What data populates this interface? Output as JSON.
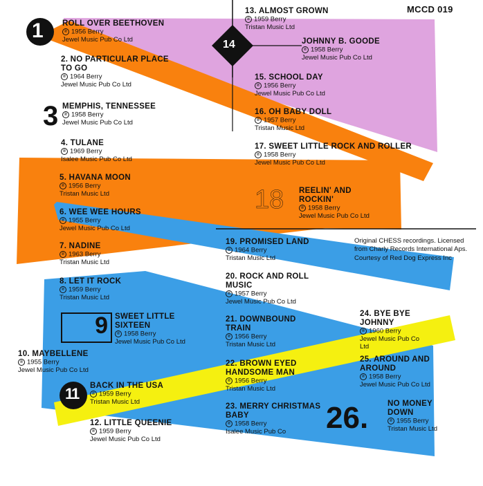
{
  "catalog": "MCCD 019",
  "credits": "Original CHESS recordings. Licensed from Charly Records International Aps. Courtesy of Red Dog Express Inc",
  "phono": "℗",
  "number_markers": {
    "one": "1",
    "three": "3",
    "nine": "9",
    "eleven": "11",
    "fourteen": "14",
    "eighteen": "18",
    "twentysix": "26."
  },
  "colors": {
    "pink": "#dfa4df",
    "orange": "#f9810e",
    "blue": "#3b9ee6",
    "yellow": "#f5f010",
    "ink": "#111111"
  },
  "tracks": [
    {
      "title": "ROLL OVER BEETHOVEN",
      "year": "1956 Berry",
      "publisher": "Jewel Music Pub Co Ltd"
    },
    {
      "title": "2. NO PARTICULAR PLACE TO GO",
      "year": "1964 Berry",
      "publisher": "Jewel Music Pub Co Ltd"
    },
    {
      "title": "MEMPHIS, TENNESSEE",
      "year": "1958 Berry",
      "publisher": "Jewel Music Pub Co Ltd"
    },
    {
      "title": "4. TULANE",
      "year": "1969 Berry",
      "publisher": "Isalee Music Pub Co Ltd"
    },
    {
      "title": "5. HAVANA MOON",
      "year": "1956 Berry",
      "publisher": "Tristan Music Ltd"
    },
    {
      "title": "6. WEE WEE HOURS",
      "year": "1955 Berry",
      "publisher": "Jewel Music Pub Co Ltd"
    },
    {
      "title": "7. NADINE",
      "year": "1963 Berry",
      "publisher": "Tristan Music Ltd"
    },
    {
      "title": "8. LET IT ROCK",
      "year": "1959 Berry",
      "publisher": "Tristan Music Ltd"
    },
    {
      "title": "SWEET LITTLE SIXTEEN",
      "year": "1958 Berry",
      "publisher": "Jewel Music Pub Co Ltd"
    },
    {
      "title": "10. MAYBELLENE",
      "year": "1955 Berry",
      "publisher": "Jewel Music Pub Co Ltd"
    },
    {
      "title": "BACK IN THE USA",
      "year": "1959 Berry",
      "publisher": "Tristan Music Ltd"
    },
    {
      "title": "12. LITTLE QUEENIE",
      "year": "1959 Berry",
      "publisher": "Jewel Music Pub Co Ltd"
    },
    {
      "title": "13. ALMOST GROWN",
      "year": "1959 Berry",
      "publisher": "Tristan Music Ltd"
    },
    {
      "title": "JOHNNY B. GOODE",
      "year": "1958 Berry",
      "publisher": "Jewel Music Pub Co Ltd"
    },
    {
      "title": "15. SCHOOL DAY",
      "year": "1956 Berry",
      "publisher": "Jewel Music Pub Co Ltd"
    },
    {
      "title": "16. OH BABY DOLL",
      "year": "1957 Berry",
      "publisher": "Tristan Music Ltd"
    },
    {
      "title": "17. SWEET LITTLE ROCK AND ROLLER",
      "year": "1958 Berry",
      "publisher": "Jewel Music Pub Co Ltd"
    },
    {
      "title": "REELIN' AND ROCKIN'",
      "year": "1958 Berry",
      "publisher": "Jewel Music Pub Co Ltd"
    },
    {
      "title": "19. PROMISED LAND",
      "year": "1964 Berry",
      "publisher": "Tristan Music Ltd"
    },
    {
      "title": "20. ROCK AND ROLL MUSIC",
      "year": "1957 Berry",
      "publisher": "Jewel Music Pub Co Ltd"
    },
    {
      "title": "21. DOWNBOUND TRAIN",
      "year": "1956 Berry",
      "publisher": "Tristan Music Ltd"
    },
    {
      "title": "22. BROWN EYED HANDSOME MAN",
      "year": "1956 Berry",
      "publisher": "Tristan Music Ltd"
    },
    {
      "title": "23. MERRY CHRISTMAS BABY",
      "year": "1958 Berry",
      "publisher": "Isalee Music Pub Co"
    },
    {
      "title": "24. BYE BYE JOHNNY",
      "year": "1960 Berry",
      "publisher": "Jewel Music Pub Co Ltd"
    },
    {
      "title": "25. AROUND AND AROUND",
      "year": "1958 Berry",
      "publisher": "Jewel Music Pub Co Ltd"
    },
    {
      "title": "NO MONEY DOWN",
      "year": "1955 Berry",
      "publisher": "Tristan Music Ltd"
    }
  ]
}
